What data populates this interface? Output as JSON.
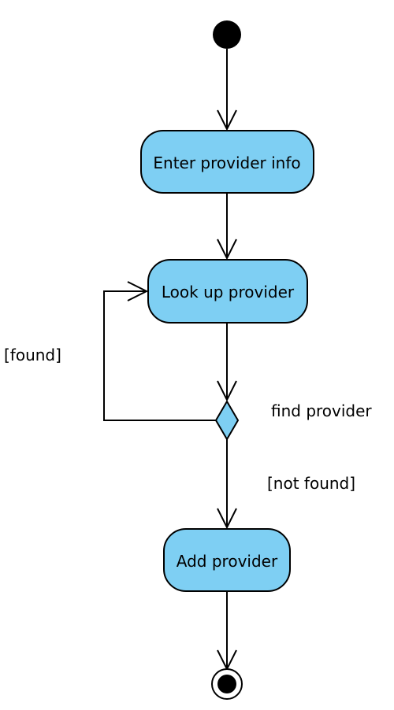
{
  "colors": {
    "activity_fill": "#7ecff3",
    "decision_fill": "#7ecff3",
    "stroke": "#000000",
    "background": "#ffffff"
  },
  "nodes": {
    "enter_provider_info": "Enter provider info",
    "look_up_provider": "Look up provider",
    "add_provider": "Add provider"
  },
  "decision": {
    "name": "find provider",
    "guard_found": "[found]",
    "guard_not_found": "[not found]"
  }
}
